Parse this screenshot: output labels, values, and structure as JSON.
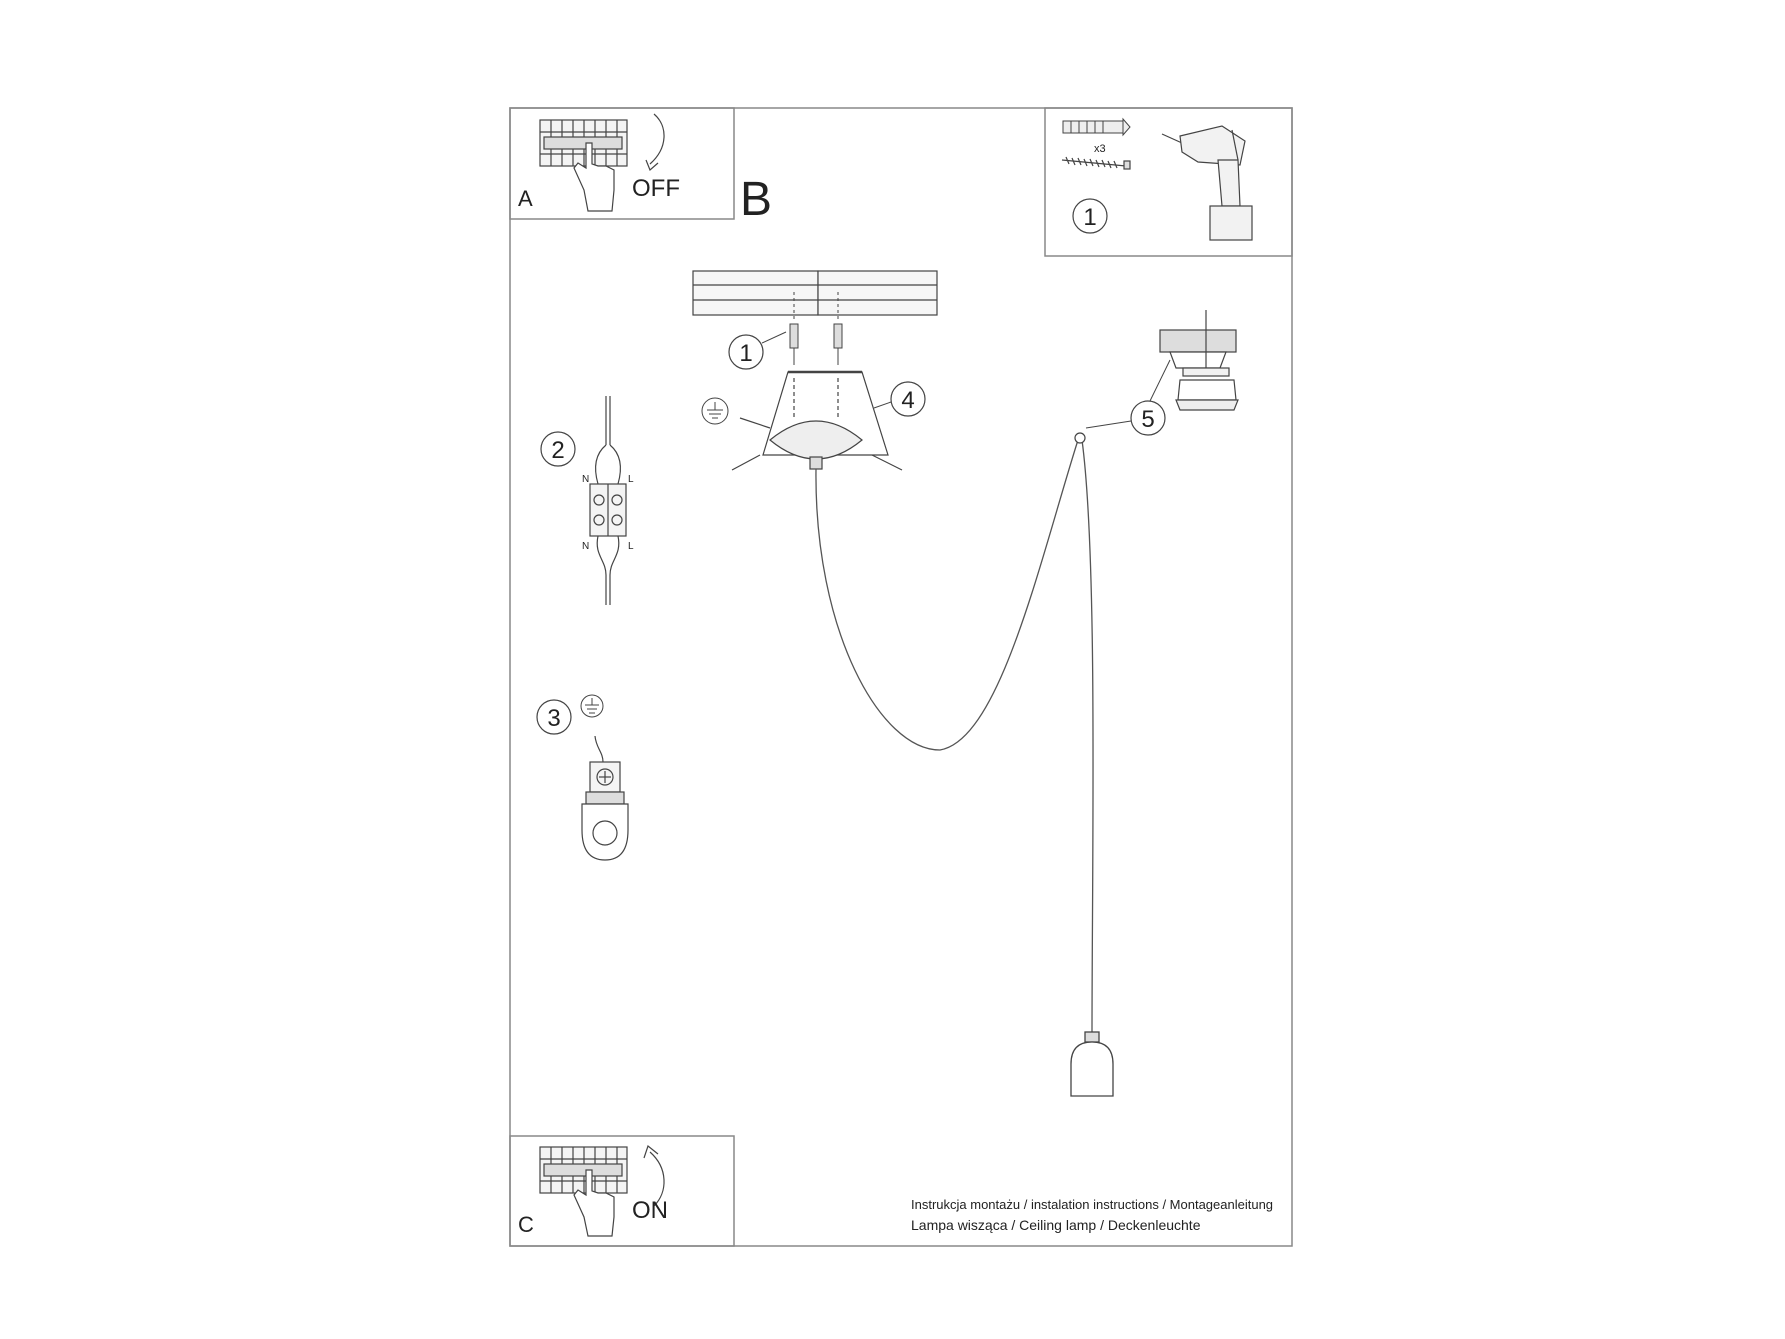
{
  "panel_a": {
    "letter": "A",
    "switch_state": "OFF"
  },
  "panel_b": {
    "letter": "B"
  },
  "panel_c": {
    "letter": "C",
    "switch_state": "ON"
  },
  "tools": {
    "step": "1",
    "quantity": "x3"
  },
  "steps": {
    "s1": "1",
    "s2": "2",
    "s3": "3",
    "s4": "4",
    "s5": "5"
  },
  "wiring": {
    "neutral": "N",
    "live": "L"
  },
  "footer": {
    "line1": "Instrukcja montażu / instalation instructions / Montageanleitung",
    "line2": "Lampa wisząca / Ceiling lamp / Deckenleuchte"
  },
  "colors": {
    "stroke": "#333333",
    "frame": "#888888"
  }
}
